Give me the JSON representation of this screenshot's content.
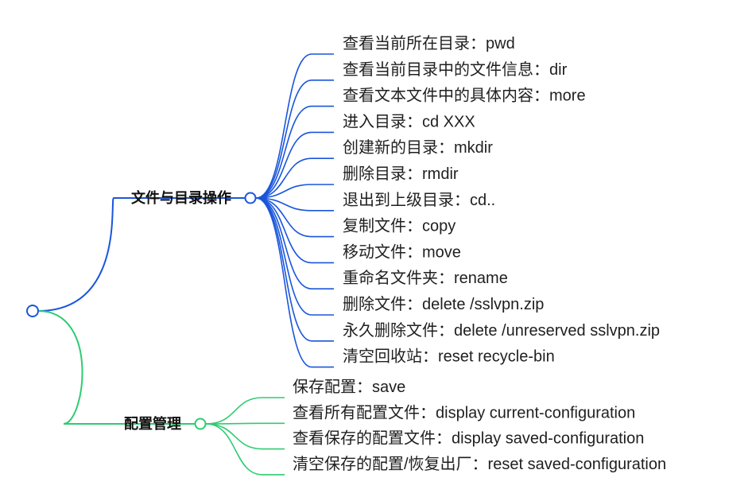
{
  "colors": {
    "branch_1": "#1a56db",
    "branch_2": "#2ecc71",
    "root": "#1a56db",
    "text": "#1f1f1f"
  },
  "mindmap": {
    "root": {
      "label": ""
    },
    "branches": [
      {
        "label": "文件与目录操作",
        "color": "#1a56db",
        "children": [
          "查看当前所在目录：pwd",
          "查看当前目录中的文件信息：dir",
          "查看文本文件中的具体内容：more",
          "进入目录：cd XXX",
          "创建新的目录：mkdir",
          "删除目录：rmdir",
          "退出到上级目录：cd..",
          "复制文件：copy",
          "移动文件：move",
          "重命名文件夹：rename",
          "删除文件：delete /sslvpn.zip",
          "永久删除文件：delete /unreserved sslvpn.zip",
          "清空回收站：reset recycle-bin"
        ]
      },
      {
        "label": "配置管理",
        "color": "#2ecc71",
        "children": [
          "保存配置：save",
          "查看所有配置文件：display current-configuration",
          "查看保存的配置文件：display saved-configuration",
          "清空保存的配置/恢复出厂：reset saved-configuration"
        ]
      }
    ]
  }
}
